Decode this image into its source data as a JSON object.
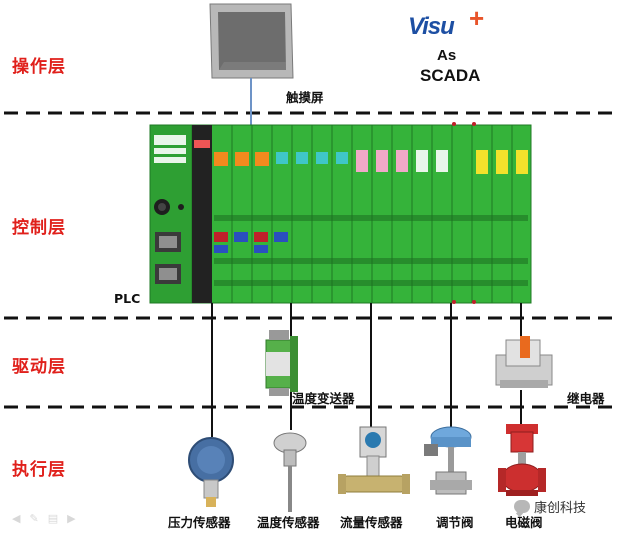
{
  "layers": {
    "operation": "操作层",
    "control": "控制层",
    "drive": "驱动层",
    "execution": "执行层"
  },
  "devices": {
    "touchscreen": "触摸屏",
    "plc": "PLC",
    "temp_transmitter": "温度变送器",
    "relay": "继电器",
    "pressure_sensor": "压力传感器",
    "temp_sensor": "温度传感器",
    "flow_sensor": "流量传感器",
    "control_valve": "调节阀",
    "solenoid_valve": "电磁阀"
  },
  "software": {
    "brand": "Visu",
    "brand_plus": "+",
    "line1": "As",
    "line2": "SCADA"
  },
  "watermark": "康创科技",
  "colors": {
    "layer_label": "#e0201b",
    "plc_green": "#35b33a",
    "brand_blue": "#1d4fa3",
    "brand_orange": "#e8542a",
    "connector": "#6d93c7",
    "wire": "#111111"
  }
}
